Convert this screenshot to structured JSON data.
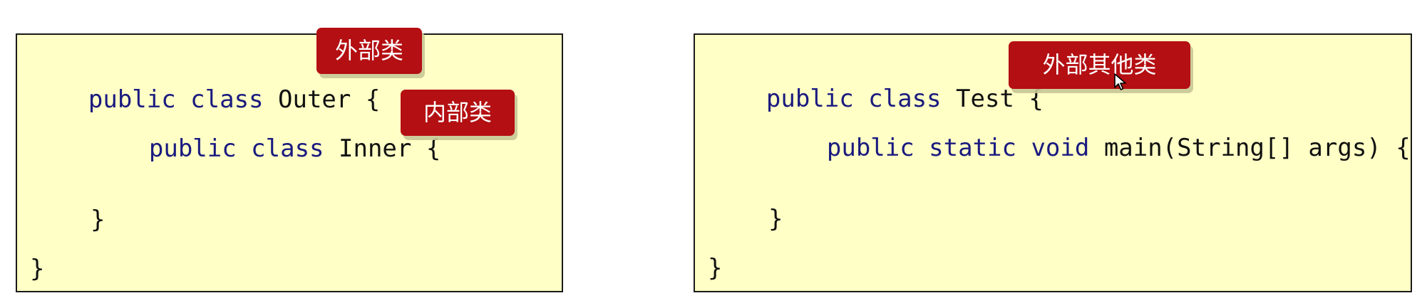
{
  "left_panel": {
    "line1": {
      "kw": "public class",
      "rest": " Outer {"
    },
    "line2": {
      "kw": "public class",
      "rest": " Inner {"
    },
    "line3": "}",
    "line4": "}",
    "tag_outer": "外部类",
    "tag_inner": "内部类"
  },
  "right_panel": {
    "line1": {
      "kw": "public class",
      "rest": " Test {"
    },
    "line2": {
      "kw": "public static void",
      "rest": " main(String[] args) {"
    },
    "line3": "}",
    "line4": "}",
    "tag_other": "外部其他类"
  },
  "colors": {
    "code_bg": "#ffffc6",
    "keyword": "#1a1a80",
    "tag_bg": "#b40f12"
  },
  "icons": [
    "mouse-cursor-icon"
  ]
}
